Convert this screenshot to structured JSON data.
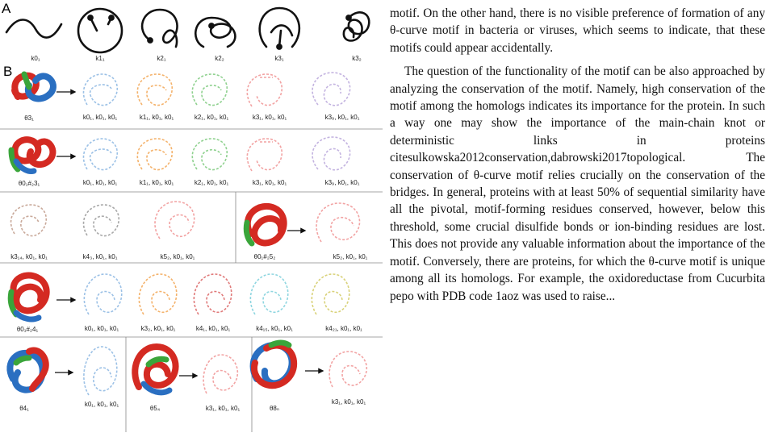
{
  "figure": {
    "panel_a": "A",
    "panel_b": "B",
    "row_a_labels": [
      "k0₁",
      "k1₁",
      "k2₁",
      "k2₂",
      "k3₁",
      "k3₂"
    ],
    "row1": {
      "main": "θ3₁",
      "labels": [
        "k0₁, k0₁, k0₁",
        "k1₁, k0₁, k0₁",
        "k2₁, k0₁, k0₁",
        "k3₁, k0₁, k0₁",
        "k3₉, k0₁, k0₁"
      ]
    },
    "row2": {
      "main": "θ0₁#₂3₁",
      "labels": [
        "k0₁, k0₁, k0₁",
        "k1₁, k0₁, k0₁",
        "k2₁, k0₁, k0₁",
        "k3₁, k0₁, k0₁",
        "k3₉, k0₁, k0₁"
      ]
    },
    "row3": {
      "labels": [
        "k3₁₄, k0₁, k0₁",
        "k4₃, k0₁, k0₁",
        "k5₂, k0₁, k0₁"
      ],
      "main": "θ0₁#₂5₂",
      "result": "k5₂, k0₁, k0₁"
    },
    "row4": {
      "main": "θ0₁#₂4₁",
      "labels": [
        "k0₁, k0₁, k0₁",
        "k3₂, k0₁, k0₁",
        "k4₁, k0₁, k0₁",
        "k4₁₅, k0₁, k0₁",
        "k4₂₁, k0₁, k0₁"
      ]
    },
    "row5": [
      {
        "main": "θ4₁",
        "result": "k0₁, k0₁, k0₁"
      },
      {
        "main": "θ5₄",
        "result": "k3₁, k0₁, k0₁"
      },
      {
        "main": "θ8ₙ",
        "result": "k3₁, k0₁, k0₁"
      }
    ]
  },
  "text": {
    "p1": "motif. On the other hand, there is no visible preference of formation of any θ-curve motif in bacteria or viruses, which seems to indicate, that these motifs could appear accidentally.",
    "p2": "The question of the functionality of the motif can be also approached by analyzing the conservation of the motif. Namely, high conservation of the motif among the homologs indicates its importance for the protein. In such a way one may show the importance of the main-chain knot or deterministic links in proteins citesulkowska2012conservation,dabrowski2017topological. The conservation of θ-curve motif relies crucially on the conservation of the bridges. In general, proteins with at least 50% of sequential similarity have all the pivotal, motif-forming residues conserved, however, below this threshold, some crucial disulfide bonds or ion-binding residues are lost. This does not provide any valuable information about the importance of the motif. Conversely, there are proteins, for which the θ-curve motif is unique among all its homologs. For example, the oxidoreductase from Cucurbita pepo with PDB code 1aoz was used to raise...",
    "colors": {
      "red": "#d42a22",
      "blue": "#2a6fc1",
      "green": "#3aa53a",
      "light_blue": "#9cc1e6",
      "orange": "#f4b26b",
      "light_green": "#8fd18f",
      "pink": "#f2a3a3",
      "lavender": "#c3b3e0",
      "tan": "#c9a99a",
      "grey": "#a8a8a8",
      "yellow": "#d9d27a",
      "cyan": "#8fd6e0"
    }
  }
}
